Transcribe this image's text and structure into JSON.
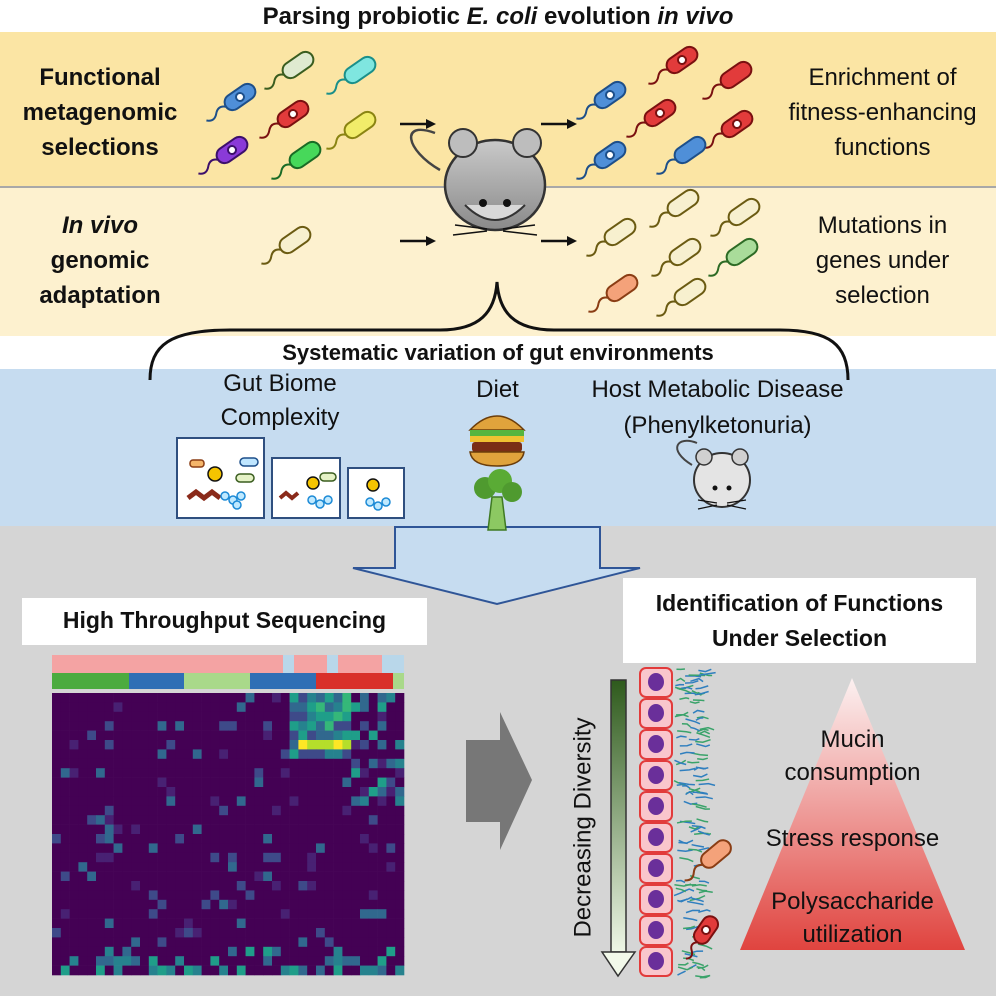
{
  "header": {
    "title_prefix": "Parsing probiotic ",
    "title_species": "E. coli",
    "title_mid": " evolution ",
    "title_suffix": "in vivo"
  },
  "rows": [
    {
      "left_lines": [
        "Functional",
        "metagenomic",
        "selections"
      ],
      "right_lines": [
        "Enrichment of",
        "fitness-enhancing",
        "functions"
      ]
    },
    {
      "left_italic": "In vivo",
      "left_lines": [
        "genomic",
        "adaptation"
      ],
      "right_lines": [
        "Mutations in",
        "genes under",
        "selection"
      ]
    }
  ],
  "environments": {
    "title": "Systematic variation of gut environments",
    "items": [
      {
        "lines": [
          "Gut Biome",
          "Complexity"
        ]
      },
      {
        "lines": [
          "Diet"
        ]
      },
      {
        "lines": [
          "Host Metabolic Disease",
          "(Phenylketonuria)"
        ]
      }
    ]
  },
  "sequencing": {
    "title": "High Throughput Sequencing"
  },
  "identification": {
    "title_lines": [
      "Identification of Functions",
      "Under Selection"
    ]
  },
  "gradient_axis_label": "Decreasing Diversity",
  "pyramid_labels": {
    "top_lines": [
      "Mucin",
      "consumption"
    ],
    "middle": "Stress response",
    "bottom_lines": [
      "Polysaccharide",
      "utilization"
    ]
  },
  "colors": {
    "band_yellow": "#fbe5a4",
    "band_cream": "#fdf1cf",
    "band_blue": "#c6dcf0",
    "band_gray": "#d5d5d5",
    "heatmap_low": "#440154",
    "heatmap_mid": "#21908c",
    "heatmap_high": "#fde725",
    "pyramid_top": "#fbeaea",
    "pyramid_bottom": "#e0443f"
  }
}
